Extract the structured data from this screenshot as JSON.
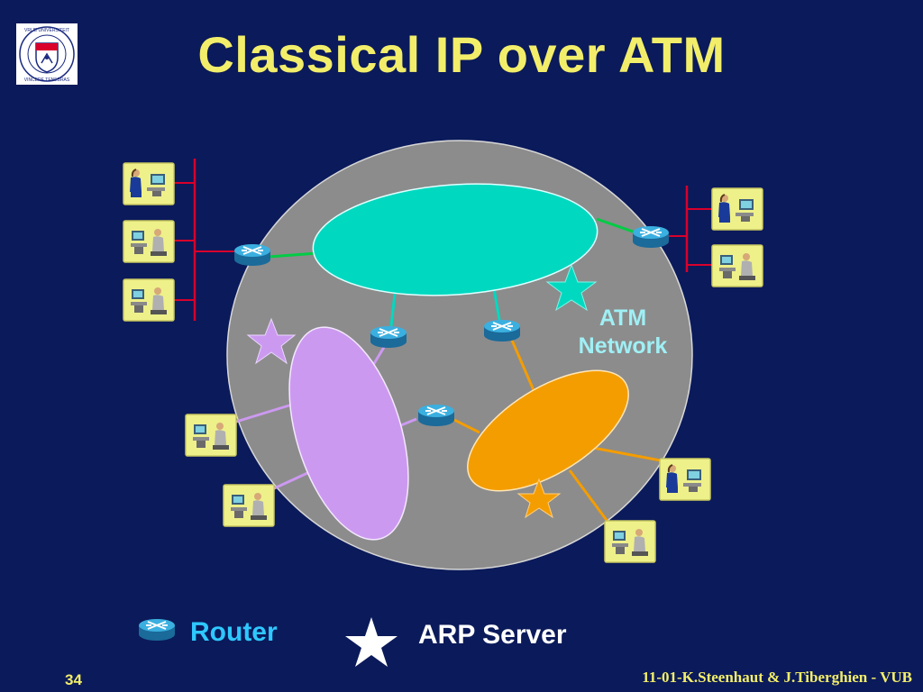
{
  "slide": {
    "title": "Classical IP over ATM",
    "network_label_line1": "ATM",
    "network_label_line2": "Network",
    "page_number": "34",
    "credit": "11-01-K.Steenhaut & J.Tiberghien - VUB"
  },
  "legend": {
    "router_label": "Router",
    "arp_label": "ARP Server",
    "router_icon": "router-icon",
    "arp_icon": "star-icon"
  },
  "logo": {
    "icon": "university-seal",
    "text": "VRIJE UNIVERSITEIT BRUSSEL SCIENTIA VINCERE TENEBRAS"
  },
  "colors": {
    "background": "#0b1a5a",
    "title": "#f2ee6a",
    "atm_network": "#8c8c8c",
    "subnet_cyan": "#00d9c0",
    "subnet_violet": "#cc99f0",
    "subnet_orange": "#f49d00",
    "lan_bus": "#d9002b",
    "router": "#2aa6d8",
    "network_label": "#9ff0f5"
  }
}
